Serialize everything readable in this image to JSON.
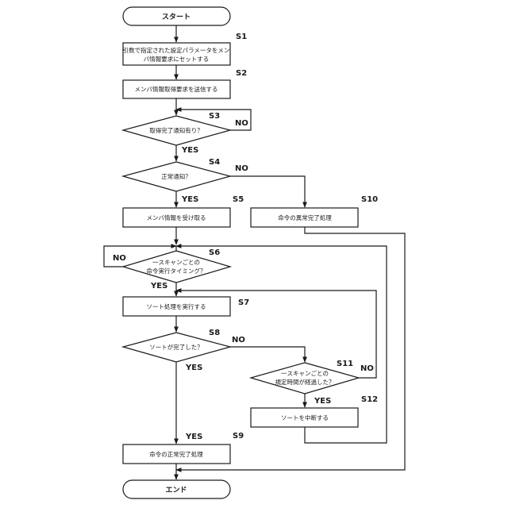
{
  "terminals": {
    "start": "スタート",
    "end": "エンド"
  },
  "steps": {
    "s1": {
      "id": "S1",
      "line1": "引数で指定された設定パラメータをメン",
      "line2": "バ情報要求にセットする"
    },
    "s2": {
      "id": "S2",
      "text": "メンバ情報取得要求を送信する"
    },
    "s3": {
      "id": "S3",
      "text": "取得完了通知有り？"
    },
    "s4": {
      "id": "S4",
      "text": "正常通知？"
    },
    "s5": {
      "id": "S5",
      "text": "メンバ情報を受け取る"
    },
    "s6": {
      "id": "S6",
      "line1": "一スキャンごとの",
      "line2": "命令実行タイミング？"
    },
    "s7": {
      "id": "S7",
      "text": "ソート処理を実行する"
    },
    "s8": {
      "id": "S8",
      "text": "ソートが完了した？"
    },
    "s9": {
      "id": "S9",
      "text": "命令の正常完了処理"
    },
    "s10": {
      "id": "S10",
      "text": "命令の異常完了処理"
    },
    "s11": {
      "id": "S11",
      "line1": "一スキャンごとの",
      "line2": "規定時間が経過した？"
    },
    "s12": {
      "id": "S12",
      "text": "ソートを中断する"
    }
  },
  "branch_labels": {
    "yes": "YES",
    "no": "NO"
  }
}
